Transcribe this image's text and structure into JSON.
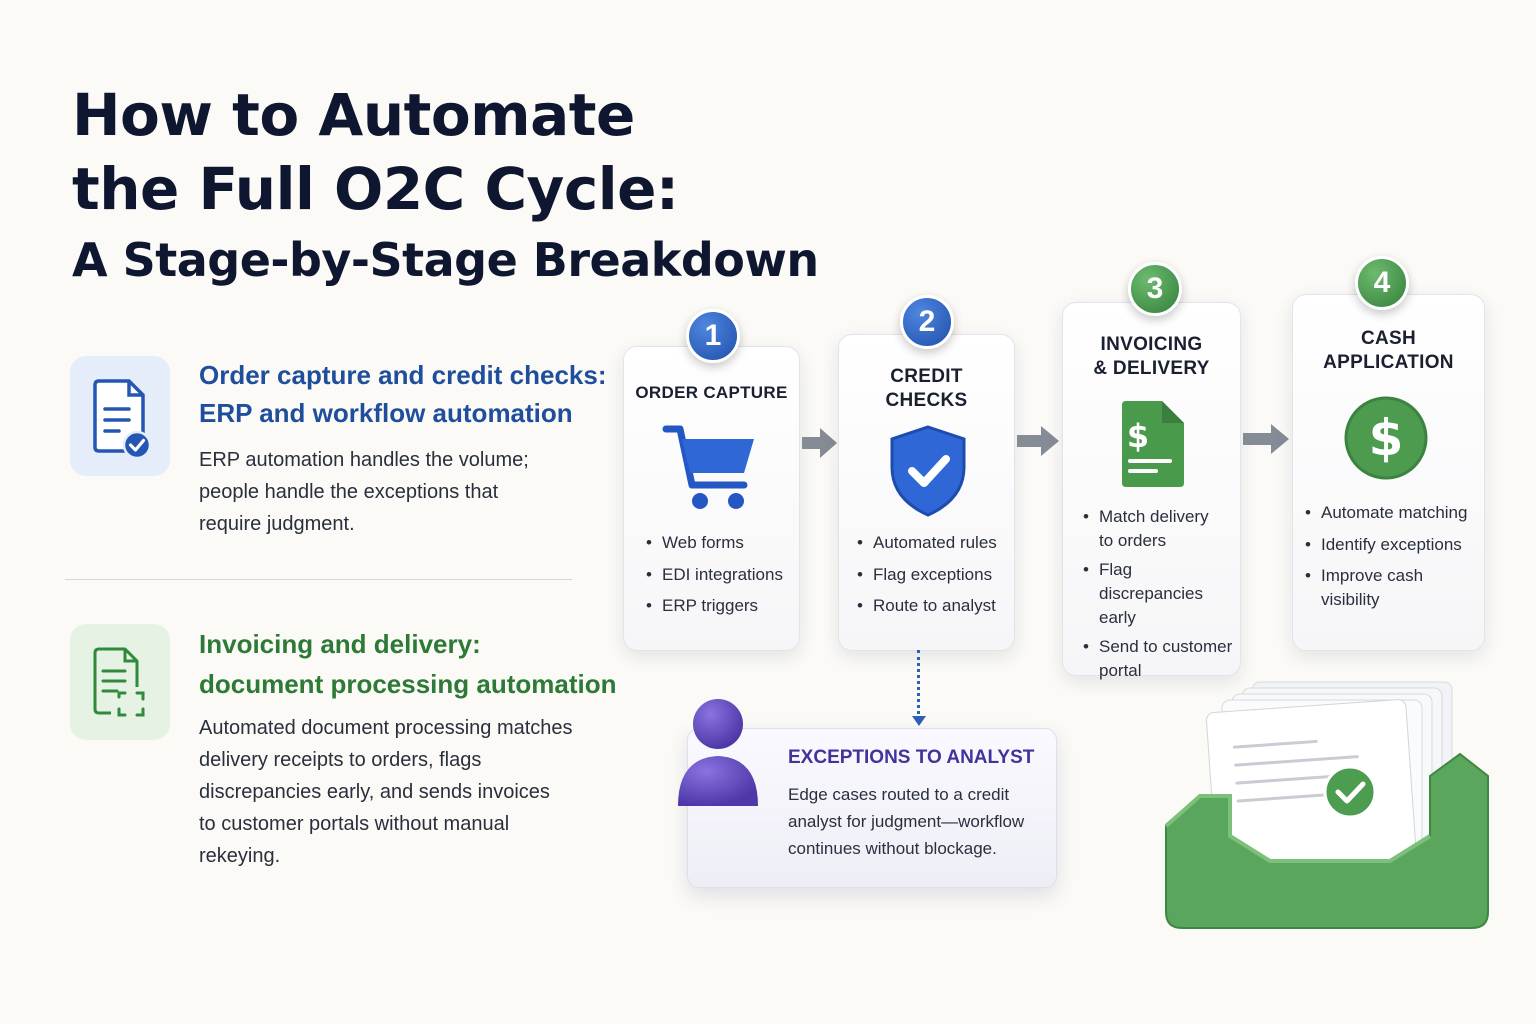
{
  "title": {
    "line1": "How to Automate",
    "line2": "the Full O2C Cycle:",
    "line3": "A Stage-by-Stage Breakdown"
  },
  "features": [
    {
      "heading_line1": "Order capture and credit checks:",
      "heading_line2": "ERP and workflow automation",
      "desc_lines": [
        "ERP automation handles the volume;",
        "people handle the exceptions that",
        "require judgment."
      ],
      "icon": "document-check-icon"
    },
    {
      "heading_line1": "Invoicing and delivery:",
      "heading_line2": "document processing automation",
      "desc_lines": [
        "Automated document processing matches",
        "delivery receipts to orders, flags",
        "discrepancies early, and sends invoices",
        "to customer portals without manual rekeying."
      ],
      "icon": "document-scan-icon"
    }
  ],
  "stages": [
    {
      "number": "1",
      "title_lines": [
        "ORDER CAPTURE"
      ],
      "icon": "shopping-cart-icon",
      "bullets": [
        "Web forms",
        "EDI integrations",
        "ERP triggers"
      ]
    },
    {
      "number": "2",
      "title_lines": [
        "CREDIT",
        "CHECKS"
      ],
      "icon": "shield-check-icon",
      "bullets": [
        "Automated rules",
        "Flag exceptions",
        "Route to analyst"
      ]
    },
    {
      "number": "3",
      "title_lines": [
        "INVOICING",
        "& DELIVERY"
      ],
      "icon": "invoice-dollar-icon",
      "bullets": [
        "Match delivery to orders",
        "Flag discrepancies early",
        "Send to customer portal"
      ],
      "bullet_lines": [
        [
          "Match delivery",
          "to orders"
        ],
        [
          "Flag discrepancies",
          "early"
        ],
        [
          "Send to customer",
          "portal"
        ]
      ]
    },
    {
      "number": "4",
      "title_lines": [
        "CASH",
        "APPLICATION"
      ],
      "icon": "dollar-coin-icon",
      "bullets": [
        "Automate matching",
        "Identify exceptions",
        "Improve cash visibility"
      ]
    }
  ],
  "exceptions": {
    "title": "EXCEPTIONS TO ANALYST",
    "body_lines": [
      "Edge cases routed to a credit",
      "analyst for judgment—workflow",
      "continues without blockage."
    ],
    "icon": "person-icon"
  },
  "colors": {
    "blue": "#1f4e9c",
    "green": "#2d7a36",
    "purple": "#40349a"
  }
}
